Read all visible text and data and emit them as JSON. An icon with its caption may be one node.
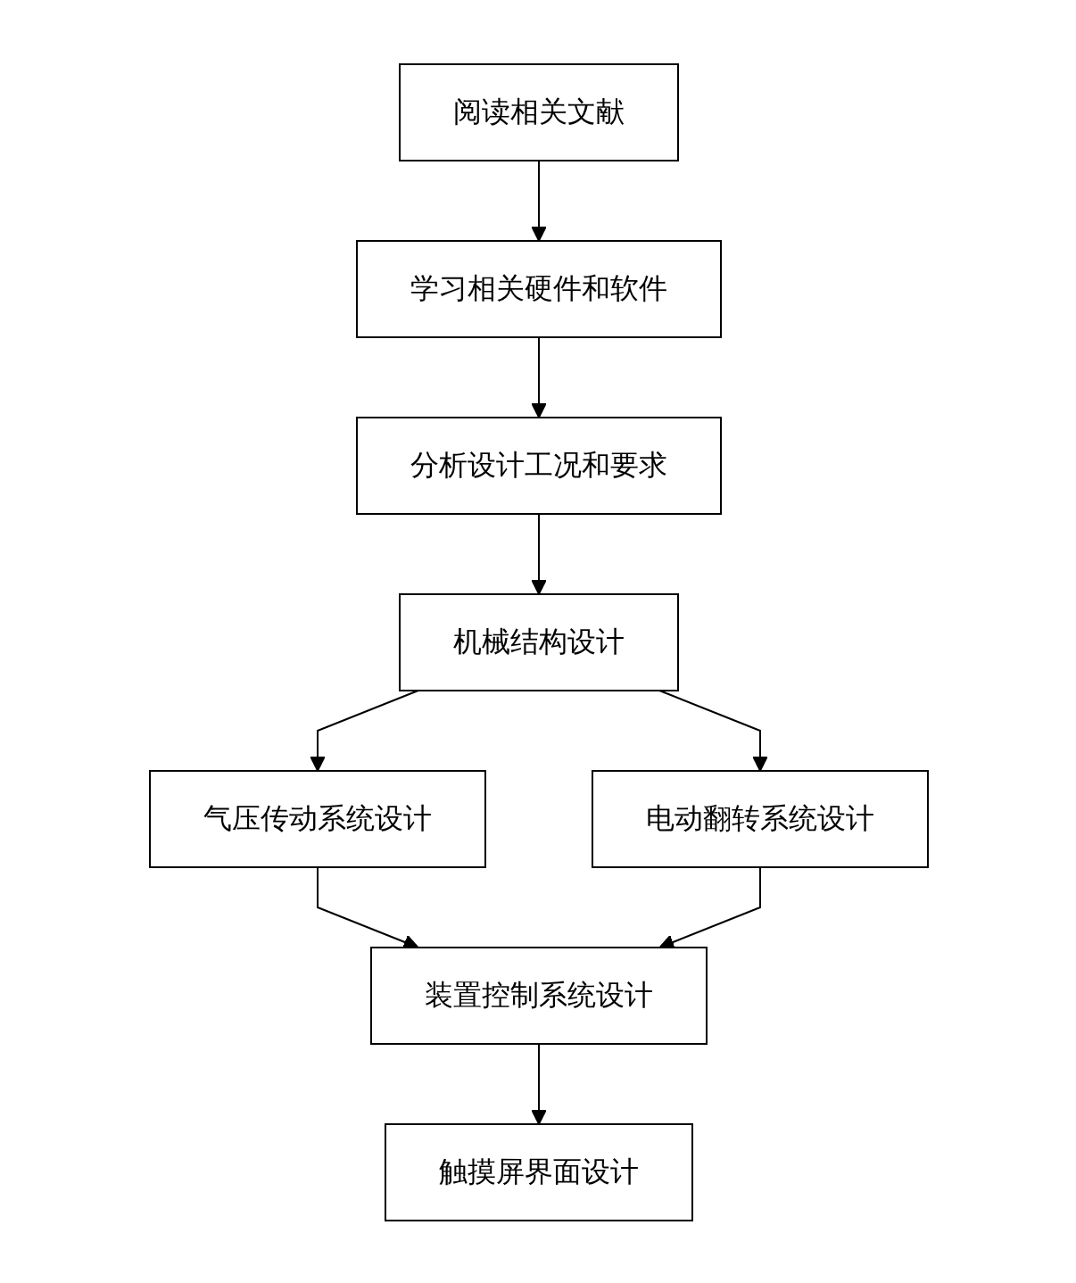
{
  "diagram": {
    "nodes": [
      {
        "text": [
          "阅读相关文献"
        ]
      },
      {
        "text": [
          "学习相关硬件和软件"
        ]
      },
      {
        "text": [
          "分析设计工况和要求"
        ]
      },
      {
        "text": [
          "机械结构设计"
        ]
      },
      {
        "text": [
          "气压传动系统设计"
        ]
      },
      {
        "text": [
          "电动翻转系统设计"
        ]
      },
      {
        "text": [
          "装置控制系统设计"
        ]
      },
      {
        "text": [
          "触摸屏界面设计"
        ]
      }
    ],
    "edges": [
      {
        "from": 0,
        "to": 1,
        "arrow": "to"
      },
      {
        "from": 1,
        "to": 2,
        "arrow": "to"
      },
      {
        "from": 2,
        "to": 3,
        "arrow": "to"
      },
      {
        "from": 3,
        "to": 4,
        "arrow": "to"
      },
      {
        "from": 3,
        "to": 5,
        "arrow": "to"
      },
      {
        "from": 4,
        "to": 6,
        "arrow": "to"
      },
      {
        "from": 5,
        "to": 6,
        "arrow": "to"
      },
      {
        "from": 6,
        "to": 7,
        "arrow": "to"
      }
    ]
  }
}
